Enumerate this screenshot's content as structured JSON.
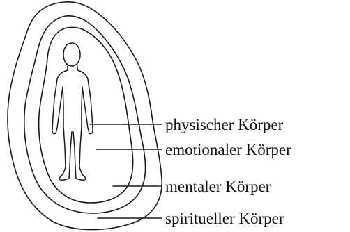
{
  "labels": {
    "physical": "physischer Körper",
    "emotional": "emotionaler Körper",
    "mental": "mentaler Körper",
    "spiritual": "spiritueller Körper"
  },
  "colors": {
    "ink": "#1a1a1a",
    "background": "#ffffff"
  }
}
